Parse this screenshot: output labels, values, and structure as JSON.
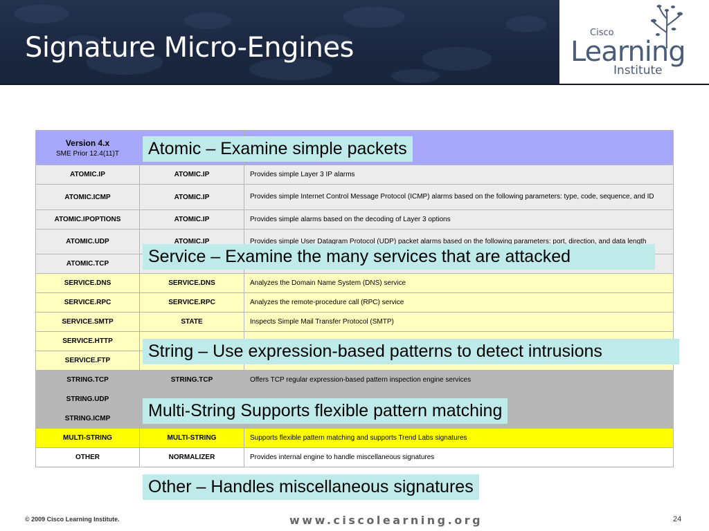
{
  "slide": {
    "title": "Signature Micro-Engines",
    "logo": {
      "cisco": "Cisco",
      "learning": "Learning",
      "institute": "Institute"
    }
  },
  "table": {
    "header": {
      "version": "Version 4.x",
      "sme": "SME Prior 12.4(11)T",
      "col2": "",
      "col3": ""
    },
    "rows": [
      {
        "group": "atomic",
        "c1": "ATOMIC.IP",
        "c2": "ATOMIC.IP",
        "c3": "Provides simple Layer 3 IP alarms"
      },
      {
        "group": "atomic",
        "c1": "ATOMIC.ICMP",
        "c2": "ATOMIC.IP",
        "c3": "Provides simple Internet Control Message Protocol (ICMP) alarms based on the following parameters: type, code, sequence, and ID"
      },
      {
        "group": "atomic",
        "c1": "ATOMIC.IPOPTIONS",
        "c2": "ATOMIC.IP",
        "c3": "Provides simple alarms based on the decoding of Layer 3 options"
      },
      {
        "group": "atomic",
        "c1": "ATOMIC.UDP",
        "c2": "ATOMIC.IP",
        "c3": "Provides simple User Datagram Protocol (UDP) packet alarms based on the following parameters: port, direction, and data length"
      },
      {
        "group": "atomic",
        "c1": "ATOMIC.TCP",
        "c2": "",
        "c3": ""
      },
      {
        "group": "service",
        "c1": "SERVICE.DNS",
        "c2": "SERVICE.DNS",
        "c3": "Analyzes the Domain Name System (DNS) service"
      },
      {
        "group": "service",
        "c1": "SERVICE.RPC",
        "c2": "SERVICE.RPC",
        "c3": "Analyzes the remote-procedure call (RPC) service"
      },
      {
        "group": "service",
        "c1": "SERVICE.SMTP",
        "c2": "STATE",
        "c3": "Inspects Simple Mail Transfer Protocol (SMTP)"
      },
      {
        "group": "service",
        "c1": "SERVICE.HTTP",
        "c2": "",
        "c3": ""
      },
      {
        "group": "service",
        "c1": "SERVICE.FTP",
        "c2": "",
        "c3": ""
      },
      {
        "group": "string",
        "c1": "STRING.TCP",
        "c2": "STRING.TCP",
        "c3": "Offers TCP regular expression-based pattern inspection engine services"
      },
      {
        "group": "string",
        "c1": "STRING.UDP",
        "c2": "",
        "c3": ""
      },
      {
        "group": "string",
        "c1": "STRING.ICMP",
        "c2": "",
        "c3": ""
      },
      {
        "group": "multi",
        "c1": "MULTI-STRING",
        "c2": "MULTI-STRING",
        "c3": "Supports flexible pattern matching and supports Trend Labs signatures"
      },
      {
        "group": "other",
        "c1": "OTHER",
        "c2": "NORMALIZER",
        "c3": "Provides internal engine to handle miscellaneous signatures"
      }
    ]
  },
  "callouts": {
    "atomic": "Atomic – Examine simple packets",
    "service": "Service – Examine the many services that are attacked",
    "string": "String – Use expression-based patterns to detect intrusions",
    "multi": "Multi-String Supports flexible pattern matching",
    "other": "Other – Handles miscellaneous signatures"
  },
  "footer": {
    "copyright": "© 2009 Cisco Learning Institute.",
    "url": "www.ciscolearning.org",
    "page": "24"
  }
}
